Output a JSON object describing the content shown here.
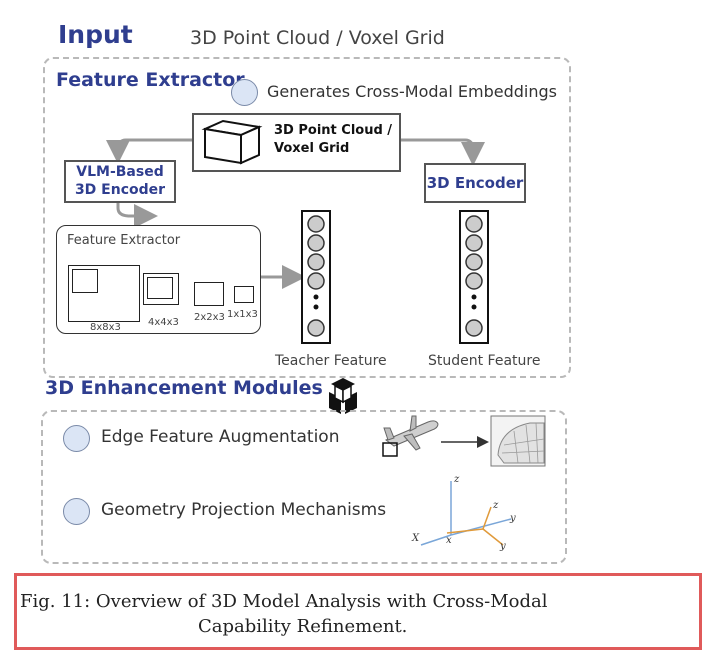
{
  "header": {
    "title": "Input",
    "subtitle": "3D Point Cloud / Voxel Grid"
  },
  "feature_section": {
    "title": "Feature Extractor",
    "bullet": "Generates Cross-Modal Embeddings",
    "center_box": {
      "line1": "3D Point Cloud /",
      "line2": "Voxel Grid"
    },
    "vlm_box": {
      "line1": "VLM-Based",
      "line2": "3D Encoder"
    },
    "encoder_box": "3D Encoder",
    "inner_box_title": "Feature Extractor",
    "block_labels": [
      "8x8x3",
      "4x4x3",
      "2x2x3",
      "1x1x3"
    ],
    "teacher_label": "Teacher Feature",
    "student_label": "Student Feature"
  },
  "enhancement_section": {
    "title": "3D Enhancement Modules",
    "items": [
      "Edge Feature Augmentation",
      "Geometry Projection Mechanisms"
    ],
    "axis_labels": {
      "z_main": "z",
      "x_main": "X",
      "z_local": "z",
      "y_local": "y",
      "x_local": "x",
      "y_local2": "y"
    }
  },
  "caption": {
    "line1": "Fig. 11: Overview of 3D Model Analysis with Cross-Modal",
    "line2": "Capability Refinement."
  },
  "colors": {
    "accent": "#2f3e8f",
    "circle_fill": "#dbe5f5",
    "caption_border": "#e05a5a"
  }
}
